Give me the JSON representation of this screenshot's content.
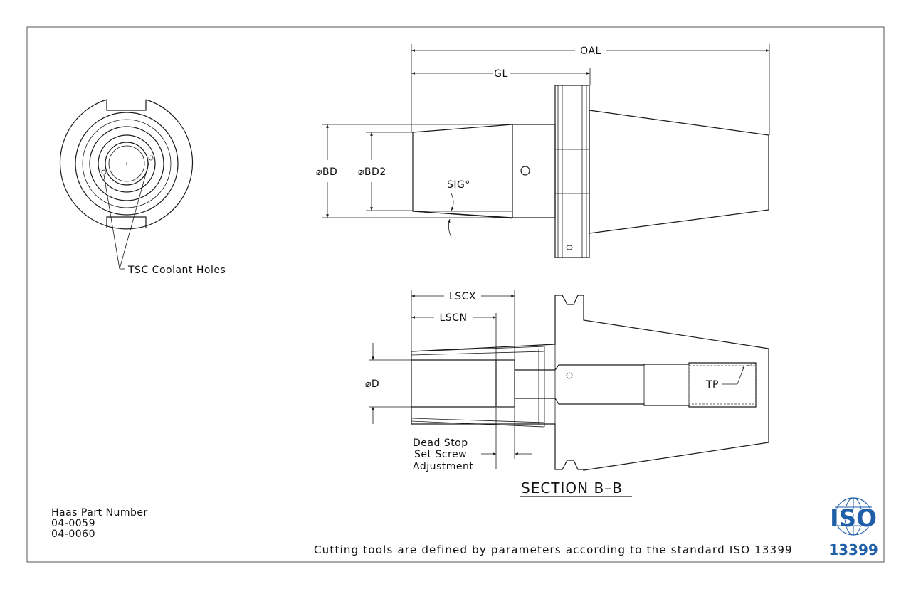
{
  "dimensions": {
    "oal": "OAL",
    "gl": "GL",
    "bd": "⌀BD",
    "bd2": "⌀BD2",
    "sig": "SIG°",
    "lscx": "LSCX",
    "lscn": "LSCN",
    "d": "⌀D",
    "tp": "TP"
  },
  "callouts": {
    "coolant_holes": "TSC Coolant Holes",
    "dead_stop_line1": "Dead Stop",
    "dead_stop_line2": "Set Screw",
    "dead_stop_line3": "Adjustment"
  },
  "section_label": "SECTION B–B",
  "part_info": {
    "title": "Haas Part Number",
    "numbers": [
      "04-0059",
      "04-0060"
    ]
  },
  "footer_note": "Cutting tools are defined by parameters according to the standard ISO 13399",
  "iso_logo": {
    "text": "ISO",
    "number": "13399",
    "color": "#1f5fa8"
  }
}
